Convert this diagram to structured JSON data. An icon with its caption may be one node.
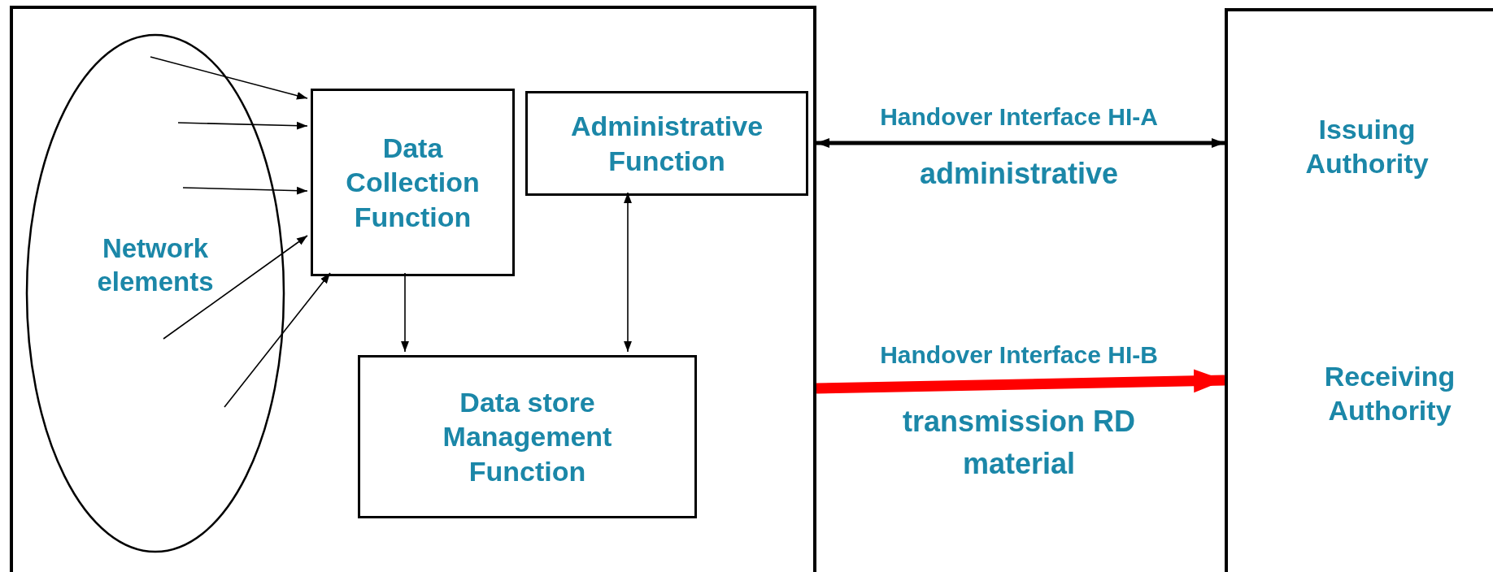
{
  "diagram": {
    "nodes": [
      {
        "text": [],
        "shape": "box"
      },
      {
        "text": [
          "Network elements"
        ],
        "in": 0
      },
      {
        "text": [
          "Data Collection Function"
        ],
        "in": 0
      },
      {
        "text": [
          "Administrative Function"
        ],
        "in": 0
      },
      {
        "text": [
          "Data store Management Function"
        ],
        "in": 0
      },
      {
        "text": [],
        "shape": "box"
      },
      {
        "text": [
          "Issuing Authority"
        ],
        "in": 5
      },
      {
        "text": [
          "Receiving Authority"
        ],
        "in": 5
      }
    ],
    "edges": [
      {
        "from": 1,
        "to": 2,
        "arrow": "to"
      },
      {
        "from": 1,
        "to": 2,
        "arrow": "to"
      },
      {
        "from": 1,
        "to": 2,
        "arrow": "to"
      },
      {
        "from": 1,
        "to": 2,
        "arrow": "to"
      },
      {
        "from": 1,
        "to": 2,
        "arrow": "to"
      },
      {
        "from": 2,
        "to": 4,
        "arrow": "to"
      },
      {
        "from": 3,
        "to": 4,
        "arrow": "both"
      },
      {
        "from": 0,
        "to": 5,
        "arrow": "both",
        "label": "Handover Interface HI-A",
        "style": "thick"
      },
      {
        "from": 0,
        "to": 5,
        "arrow": "to",
        "label": "Handover Interface HI-B",
        "style": "thick",
        "color": "#ff0000"
      }
    ],
    "labels": [
      "administrative",
      "transmission RD material"
    ]
  }
}
